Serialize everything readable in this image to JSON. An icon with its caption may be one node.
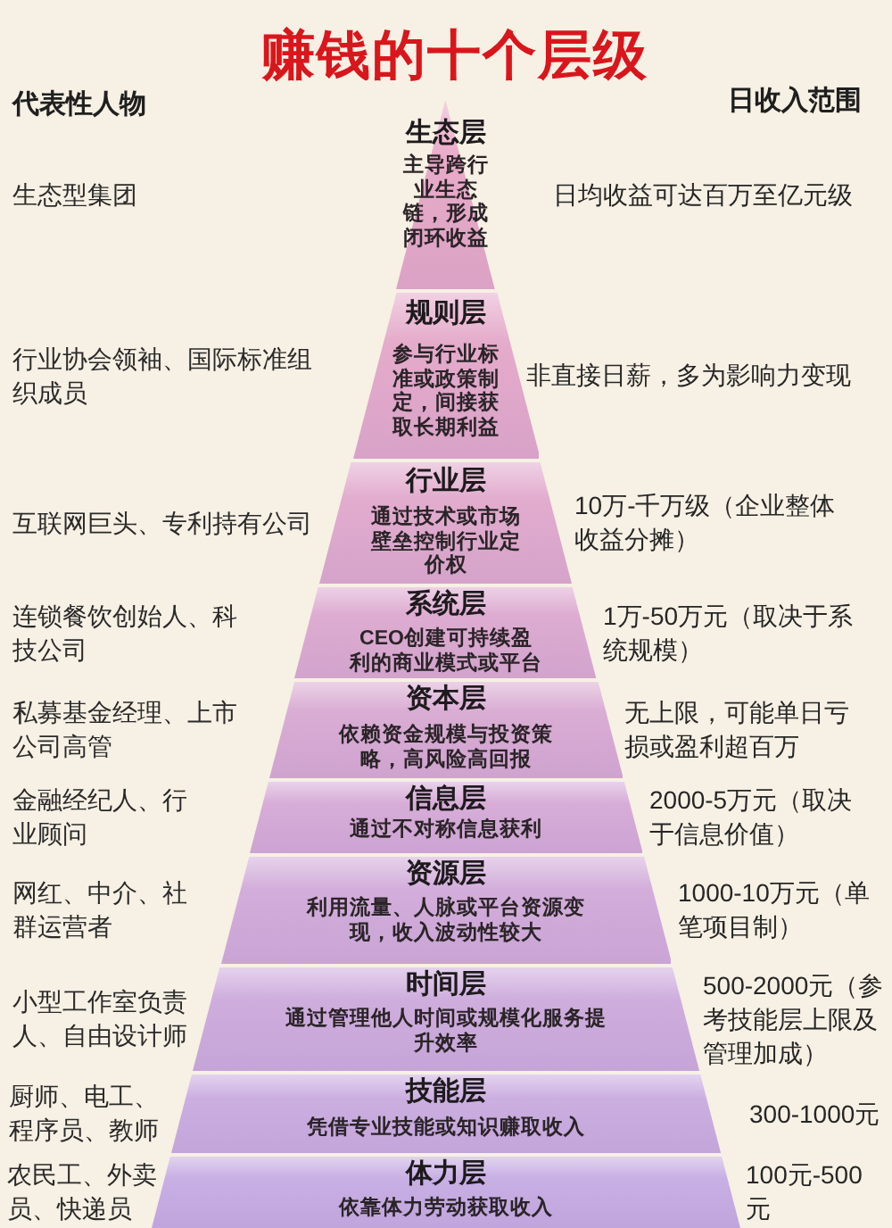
{
  "diagram": {
    "title": "赚钱的十个层级",
    "nodes": [
      {
        "text": [
          "生态层",
          "主导跨行业生态链，形成闭环收益"
        ]
      },
      {
        "text": [
          "规则层",
          "参与行业标准或政策制定，间接获取长期利益"
        ]
      },
      {
        "text": [
          "行业层",
          "通过技术或市场壁垒控制行业定价权"
        ]
      },
      {
        "text": [
          "系统层",
          "CEO创建可持续盈利的商业模式或平台"
        ]
      },
      {
        "text": [
          "资本层",
          "依赖资金规模与投资策略，高风险高回报"
        ]
      },
      {
        "text": [
          "信息层",
          "通过不对称信息获利"
        ]
      },
      {
        "text": [
          "资源层",
          "利用流量、人脉或平台资源变现，收入波动性较大"
        ]
      },
      {
        "text": [
          "时间层",
          "通过管理他人时间或规模化服务提升效率"
        ]
      },
      {
        "text": [
          "技能层",
          "凭借专业技能或知识赚取收入"
        ]
      },
      {
        "text": [
          "体力层",
          "依靠体力劳动获取收入"
        ]
      }
    ],
    "labels": [
      "代表性人物",
      "日收入范围",
      "生态型集团",
      "日均收益可达百万至亿元级",
      "行业协会领袖、国际标准组织成员",
      "非直接日薪，多为影响力变现",
      "互联网巨头、专利持有公司",
      "10万-千万级（企业整体收益分摊）",
      "连锁餐饮创始人、科技公司",
      "1万-50万元（取决于系统规模）",
      "私募基金经理、上市公司高管",
      "无上限，可能单日亏损或盈利超百万",
      "金融经纪人、行业顾问",
      "2000-5万元（取决于信息价值）",
      "网红、中介、社群运营者",
      "1000-10万元（单笔项目制）",
      "小型工作室负责人、自由设计师",
      "500-2000元（参考技能层上限及管理加成）",
      "厨师、电工、程序员、教师",
      "300-1000元",
      "农民工、外卖员、快递员",
      "100元-500元"
    ]
  }
}
